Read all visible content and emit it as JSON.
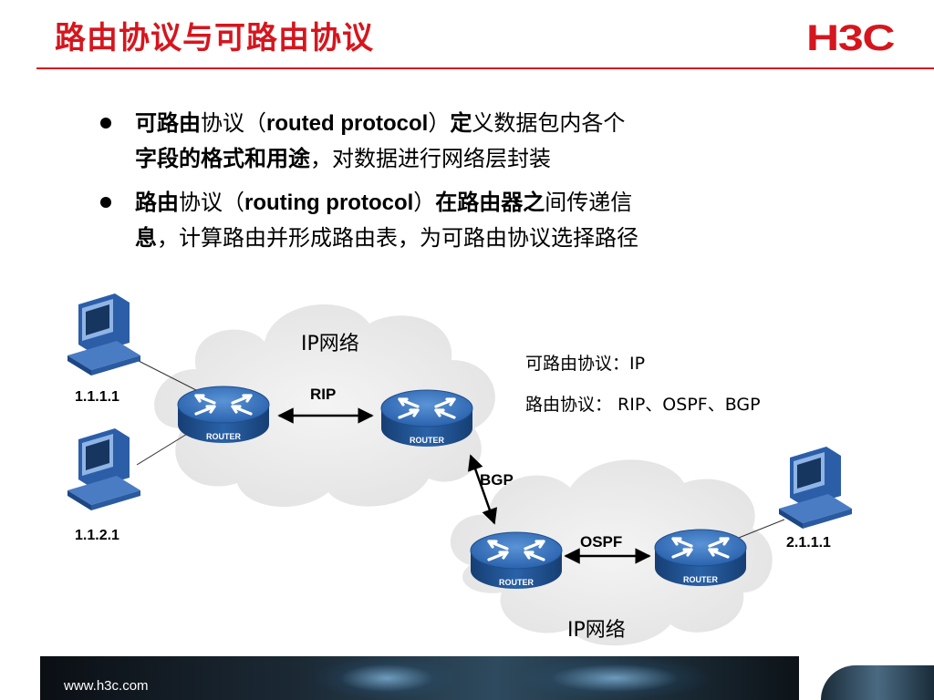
{
  "header": {
    "title": "路由协议与可路由协议",
    "logo_text": "H3C"
  },
  "bullets": [
    {
      "parts": [
        {
          "text": "可路由",
          "bold": true
        },
        {
          "text": "协议（",
          "bold": false
        },
        {
          "text": "routed protocol",
          "bold": true
        },
        {
          "text": "）",
          "bold": false
        },
        {
          "text": "定",
          "bold": true
        },
        {
          "text": "义数据包内各个",
          "bold": false
        },
        {
          "text": "字段的格式和用途",
          "bold": true
        },
        {
          "text": "，对数据进行网络层封装",
          "bold": false
        }
      ]
    },
    {
      "parts": [
        {
          "text": "路由",
          "bold": true
        },
        {
          "text": "协议（",
          "bold": false
        },
        {
          "text": "routing protocol",
          "bold": true
        },
        {
          "text": "）",
          "bold": false
        },
        {
          "text": "在路由器之",
          "bold": true
        },
        {
          "text": "间传递信",
          "bold": false
        },
        {
          "text": "息",
          "bold": true
        },
        {
          "text": "，计算路由并形成路由表，为可路由协议选择路径",
          "bold": false
        }
      ]
    }
  ],
  "diagram": {
    "cloud_top_label": "IP网络",
    "cloud_bottom_label": "IP网络",
    "legend": {
      "routed": "可路由协议：IP",
      "routing": "路由协议： RIP、OSPF、BGP"
    },
    "links": {
      "rip": "RIP",
      "bgp": "BGP",
      "ospf": "OSPF"
    },
    "router_label": "ROUTER",
    "hosts": {
      "h1": "1.1.1.1",
      "h2": "1.1.2.1",
      "h3": "2.1.1.1"
    },
    "colors": {
      "router_top": "#2f6fb8",
      "router_side": "#1b4a86",
      "cloud": "#ececec",
      "host": "#3c6fb5"
    }
  },
  "footer": {
    "url": "www.h3c.com"
  }
}
